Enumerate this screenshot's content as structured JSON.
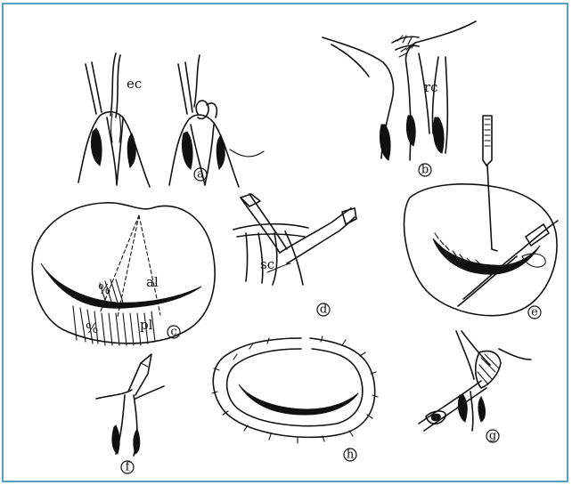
{
  "figure": {
    "panels": [
      {
        "id": "a",
        "label": "a"
      },
      {
        "id": "b",
        "label": "b"
      },
      {
        "id": "c",
        "label": "c"
      },
      {
        "id": "d",
        "label": "d"
      },
      {
        "id": "e",
        "label": "e"
      },
      {
        "id": "f",
        "label": "f"
      },
      {
        "id": "g",
        "label": "g"
      },
      {
        "id": "h",
        "label": "h"
      }
    ],
    "annotations": {
      "ec": "ec",
      "rc": "rc",
      "sc": "sc",
      "al": "al",
      "pl": "pl",
      "percent_top": "%",
      "percent_bottom": "%"
    },
    "colors": {
      "frame_border": "#5a9ec4",
      "ink": "#111111"
    }
  }
}
